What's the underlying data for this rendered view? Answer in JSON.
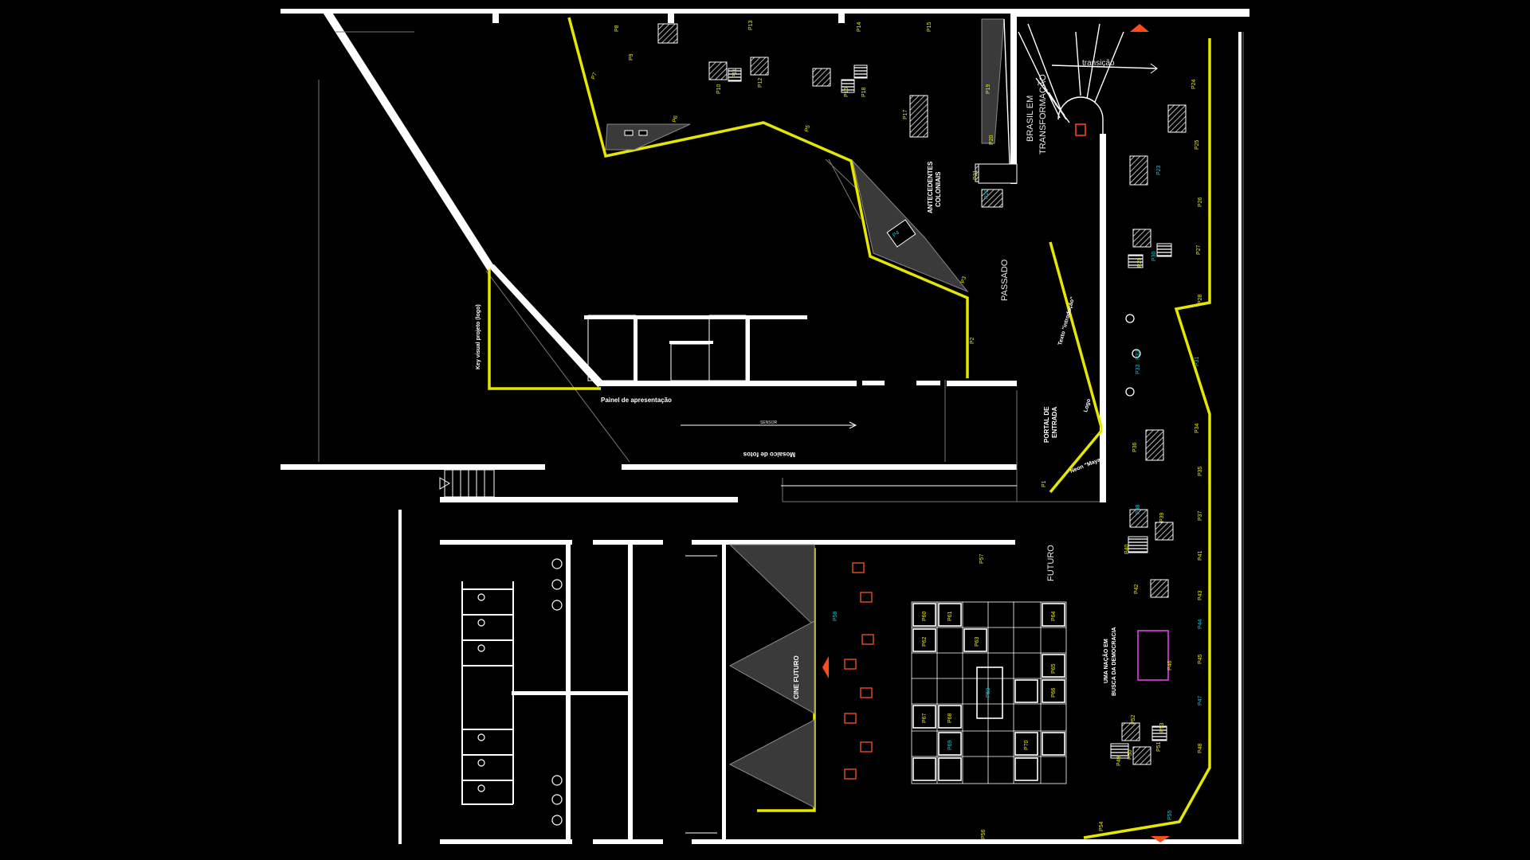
{
  "labels": {
    "transicao": "transição",
    "brasil_1": "BRASIL EM",
    "brasil_2": "TRANSFORMAÇÃO",
    "antecedentes_1": "ANTECEDENTES",
    "antecedentes_2": "COLONIAIS",
    "passado": "PASSADO",
    "texto_introducao": "Texto \"introdução\"",
    "key_visual": "Key visual projeto (logo)",
    "painel": "Painel de apresentação",
    "mosaico": "Mosaico de fotos",
    "portal_1": "PORTAL DE",
    "portal_2": "ENTRADA",
    "logo": "Logo",
    "neon": "Neon \"Maya\"",
    "sensor": "SENSOR",
    "futuro": "FUTURO",
    "cine_futuro": "CINE FUTURO",
    "nacao_1": "UMA NAÇÃO EM",
    "nacao_2": "BUSCA DA DEMOCRACIA"
  },
  "panel_tags": [
    {
      "text": "P8"
    },
    {
      "text": "P9"
    },
    {
      "text": "P13"
    },
    {
      "text": "P14"
    },
    {
      "text": "P15"
    },
    {
      "text": "P10"
    },
    {
      "text": "P11"
    },
    {
      "text": "P12"
    },
    {
      "text": "P16"
    },
    {
      "text": "P18"
    },
    {
      "text": "P17"
    },
    {
      "text": "P7"
    },
    {
      "text": "P6"
    },
    {
      "text": "P5"
    },
    {
      "text": "P4"
    },
    {
      "text": "P3"
    },
    {
      "text": "P2"
    },
    {
      "text": "P1"
    },
    {
      "text": "P19"
    },
    {
      "text": "P20"
    },
    {
      "text": "P21"
    },
    {
      "text": "P22"
    },
    {
      "text": "P23"
    },
    {
      "text": "P24"
    },
    {
      "text": "P25"
    },
    {
      "text": "P26"
    },
    {
      "text": "P27"
    },
    {
      "text": "P28"
    },
    {
      "text": "P29"
    },
    {
      "text": "P30"
    },
    {
      "text": "P31"
    },
    {
      "text": "P32"
    },
    {
      "text": "P33"
    },
    {
      "text": "P34"
    },
    {
      "text": "P35"
    },
    {
      "text": "P36"
    },
    {
      "text": "P37"
    },
    {
      "text": "P38"
    },
    {
      "text": "P39"
    },
    {
      "text": "P40"
    },
    {
      "text": "P41"
    },
    {
      "text": "P42"
    },
    {
      "text": "P43"
    },
    {
      "text": "P44"
    },
    {
      "text": "P45"
    },
    {
      "text": "P46"
    },
    {
      "text": "P47"
    },
    {
      "text": "P48"
    },
    {
      "text": "P49"
    },
    {
      "text": "P50"
    },
    {
      "text": "P51"
    },
    {
      "text": "P52"
    },
    {
      "text": "P53"
    },
    {
      "text": "P54"
    },
    {
      "text": "P55"
    },
    {
      "text": "P56"
    },
    {
      "text": "P57"
    },
    {
      "text": "P58"
    },
    {
      "text": "P59"
    },
    {
      "text": "P60"
    },
    {
      "text": "P61"
    },
    {
      "text": "P62"
    },
    {
      "text": "P63"
    },
    {
      "text": "P64"
    },
    {
      "text": "P65"
    },
    {
      "text": "P66"
    },
    {
      "text": "P67"
    },
    {
      "text": "P68"
    },
    {
      "text": "P69"
    },
    {
      "text": "P70"
    }
  ],
  "colors": {
    "background": "#000000",
    "wall": "#ffffff",
    "path_yellow": "#e6e600",
    "accent_cyan": "#00c8e0",
    "seat_red": "#d84a1b",
    "arrow_orange": "#ff4a1a",
    "highlight_magenta": "#e040e0",
    "dark_fill": "#3a3a3a"
  }
}
